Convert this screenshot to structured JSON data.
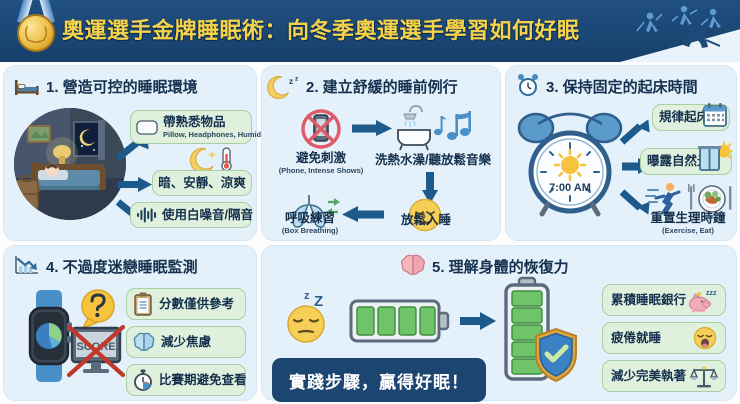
{
  "header": {
    "title": "奧運選手金牌睡眠術：向冬季奧運選手學習如何好眠",
    "medal_icon": "gold-medal-icon",
    "skier_icon": "skier-silhouette-icon",
    "bg_color": "#1b4571",
    "title_color": "#f5d24a"
  },
  "panels": [
    {
      "number": "1.",
      "title": "1. 營造可控的睡眠環境",
      "icon": "bed-icon",
      "scene_icon": "dark-bedroom-illustration",
      "items": [
        {
          "label": "帶熟悉物品",
          "sub": "Pillow, Headphones, Humidifier",
          "icon": "pillow-icon"
        },
        {
          "label": "暗、安靜、涼爽",
          "sub": "",
          "icon": "moon-thermometer-icon"
        },
        {
          "label": "使用白噪音/隔音",
          "sub": "",
          "icon": "sound-wave-icon"
        }
      ]
    },
    {
      "number": "2.",
      "title": "2. 建立舒緩的睡前例行",
      "icon": "moon-zzz-icon",
      "steps": [
        {
          "label": "避免刺激",
          "sub": "(Phone, Intense Shows)",
          "icon": "no-phone-icon"
        },
        {
          "label": "洗熱水澡/聽放鬆音樂",
          "sub": "",
          "icon": "bathtub-music-icon"
        },
        {
          "label": "放鬆入睡",
          "sub": "",
          "icon": "relaxed-face-icon"
        },
        {
          "label": "呼吸練習",
          "sub": "(Box Breathing)",
          "icon": "lungs-icon"
        }
      ]
    },
    {
      "number": "3.",
      "title": "3. 保持固定的起床時間",
      "icon": "alarm-clock-icon",
      "clock_time": "7:00 AM",
      "items": [
        {
          "label": "規律起床",
          "sub": "",
          "icon": "calendar-icon",
          "boxed": true
        },
        {
          "label": "曝露自然光",
          "sub": "",
          "icon": "window-sun-icon",
          "boxed": true
        },
        {
          "label": "重置生理時鐘",
          "sub": "(Exercise, Eat)",
          "icon": "runner-meal-icon",
          "boxed": false
        }
      ]
    },
    {
      "number": "4.",
      "title": "4. 不過度迷戀睡眠監測",
      "icon": "chart-down-icon",
      "scene_icons": [
        "smartwatch-pie-icon",
        "question-bubble-icon",
        "crossed-out-monitor-icon"
      ],
      "monitor_text": "SCORE",
      "items": [
        {
          "label": "分數僅供參考",
          "icon": "clipboard-icon"
        },
        {
          "label": "減少焦慮",
          "icon": "brain-icon"
        },
        {
          "label": "比賽期避免查看",
          "icon": "stopwatch-icon"
        }
      ]
    },
    {
      "number": "5.",
      "title": "5. 理解身體的恢復力",
      "icon": "brain-icon",
      "scene_icons": [
        "sleepy-face-zzz-icon",
        "battery-horizontal-icon",
        "arrow-right-icon",
        "battery-shield-icon"
      ],
      "cta": "實踐步驟，贏得好眠！",
      "items": [
        {
          "label": "累積睡眠銀行",
          "icon": "piggy-bank-zzz-icon"
        },
        {
          "label": "疲倦就睡",
          "icon": "yawning-face-icon"
        },
        {
          "label": "減少完美執著",
          "icon": "balance-scales-icon"
        }
      ]
    }
  ],
  "colors": {
    "panel_bg": "#e4f0fa",
    "pill_bg": "#dff0dd",
    "pill_border": "#a9cfa4",
    "arrow": "#1d5a8c",
    "cta_bg": "#1d4571",
    "text_dark": "#14304d"
  }
}
